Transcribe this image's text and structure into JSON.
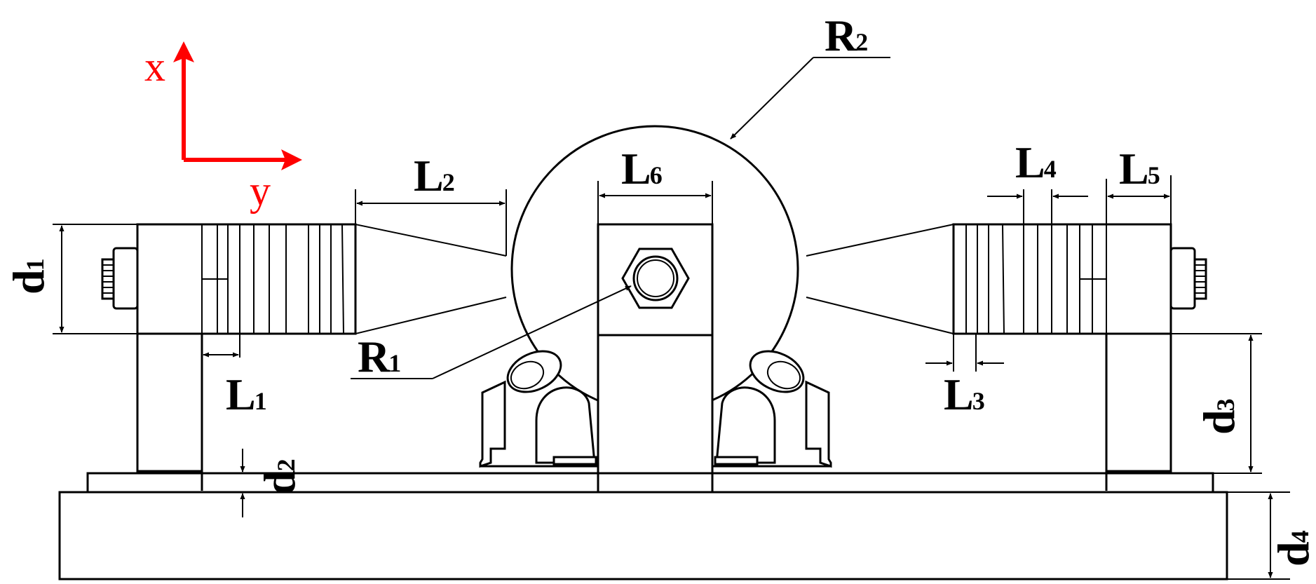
{
  "colors": {
    "axis": "#ff0000",
    "line": "#000000",
    "background": "#ffffff"
  },
  "axes": {
    "x": "x",
    "y": "y"
  },
  "labels": {
    "R2": {
      "main": "R",
      "sub": "2"
    },
    "R1": {
      "main": "R",
      "sub": "1"
    },
    "L1": {
      "main": "L",
      "sub": "1"
    },
    "L2": {
      "main": "L",
      "sub": "2"
    },
    "L3": {
      "main": "L",
      "sub": "3"
    },
    "L4": {
      "main": "L",
      "sub": "4"
    },
    "L5": {
      "main": "L",
      "sub": "5"
    },
    "L6": {
      "main": "L",
      "sub": "6"
    },
    "d1": {
      "main": "d",
      "sub": "1"
    },
    "d2": {
      "main": "d",
      "sub": "2"
    },
    "d3": {
      "main": "d",
      "sub": "3"
    },
    "d4": {
      "main": "d",
      "sub": "4"
    }
  }
}
